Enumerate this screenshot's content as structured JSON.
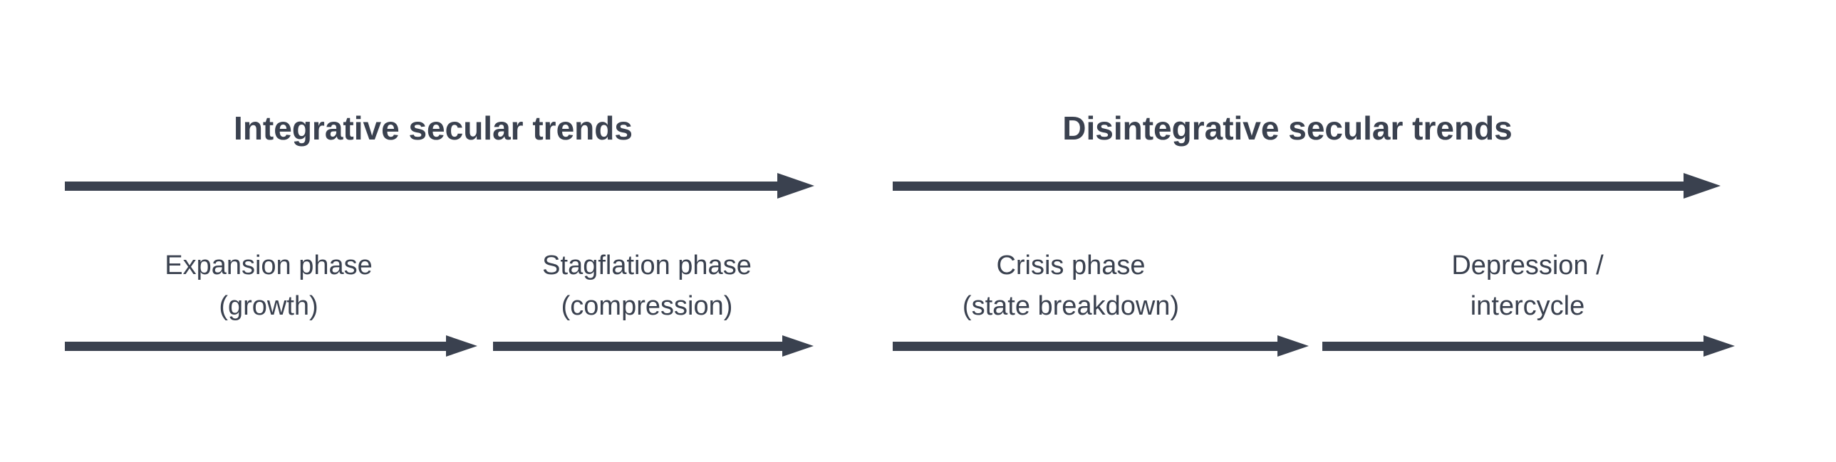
{
  "colors": {
    "ink": "#3a414f",
    "background": "#ffffff"
  },
  "sections": [
    {
      "id": "integrative",
      "title": "Integrative secular trends",
      "phases": [
        {
          "id": "expansion",
          "line1": "Expansion phase",
          "line2": "(growth)"
        },
        {
          "id": "stagflation",
          "line1": "Stagflation phase",
          "line2": "(compression)"
        }
      ]
    },
    {
      "id": "disintegrative",
      "title": "Disintegrative secular trends",
      "phases": [
        {
          "id": "crisis",
          "line1": "Crisis phase",
          "line2": "(state breakdown)"
        },
        {
          "id": "depression",
          "line1": "Depression /",
          "line2": "intercycle"
        }
      ]
    }
  ]
}
